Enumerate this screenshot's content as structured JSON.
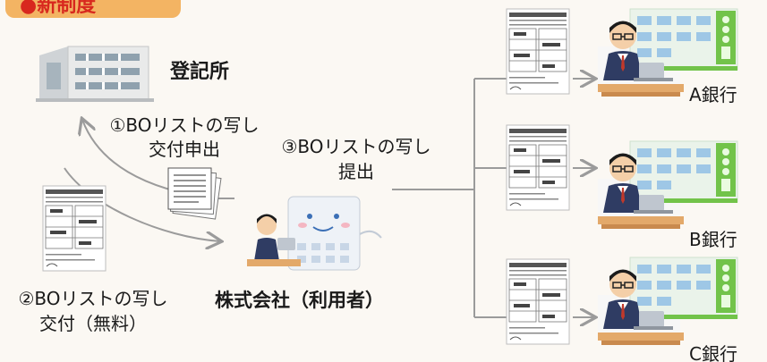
{
  "header": {
    "title": "●新制度"
  },
  "registry": {
    "label": "登記所"
  },
  "steps": {
    "step1": {
      "line1": "①BOリストの写し",
      "line2": "交付申出"
    },
    "step2": {
      "line1": "②BOリストの写し",
      "line2": "交付（無料）"
    },
    "step3": {
      "line1": "③BOリストの写し",
      "line2": "提出"
    }
  },
  "company": {
    "label": "株式会社（利用者）"
  },
  "banks": [
    {
      "label": "A銀行"
    },
    {
      "label": "B銀行"
    },
    {
      "label": "C銀行"
    }
  ],
  "colors": {
    "banner": "#f3b463",
    "banner_text": "#d8281e",
    "bank_green": "#72c34a",
    "arrow_gray": "#9b9b9b"
  }
}
